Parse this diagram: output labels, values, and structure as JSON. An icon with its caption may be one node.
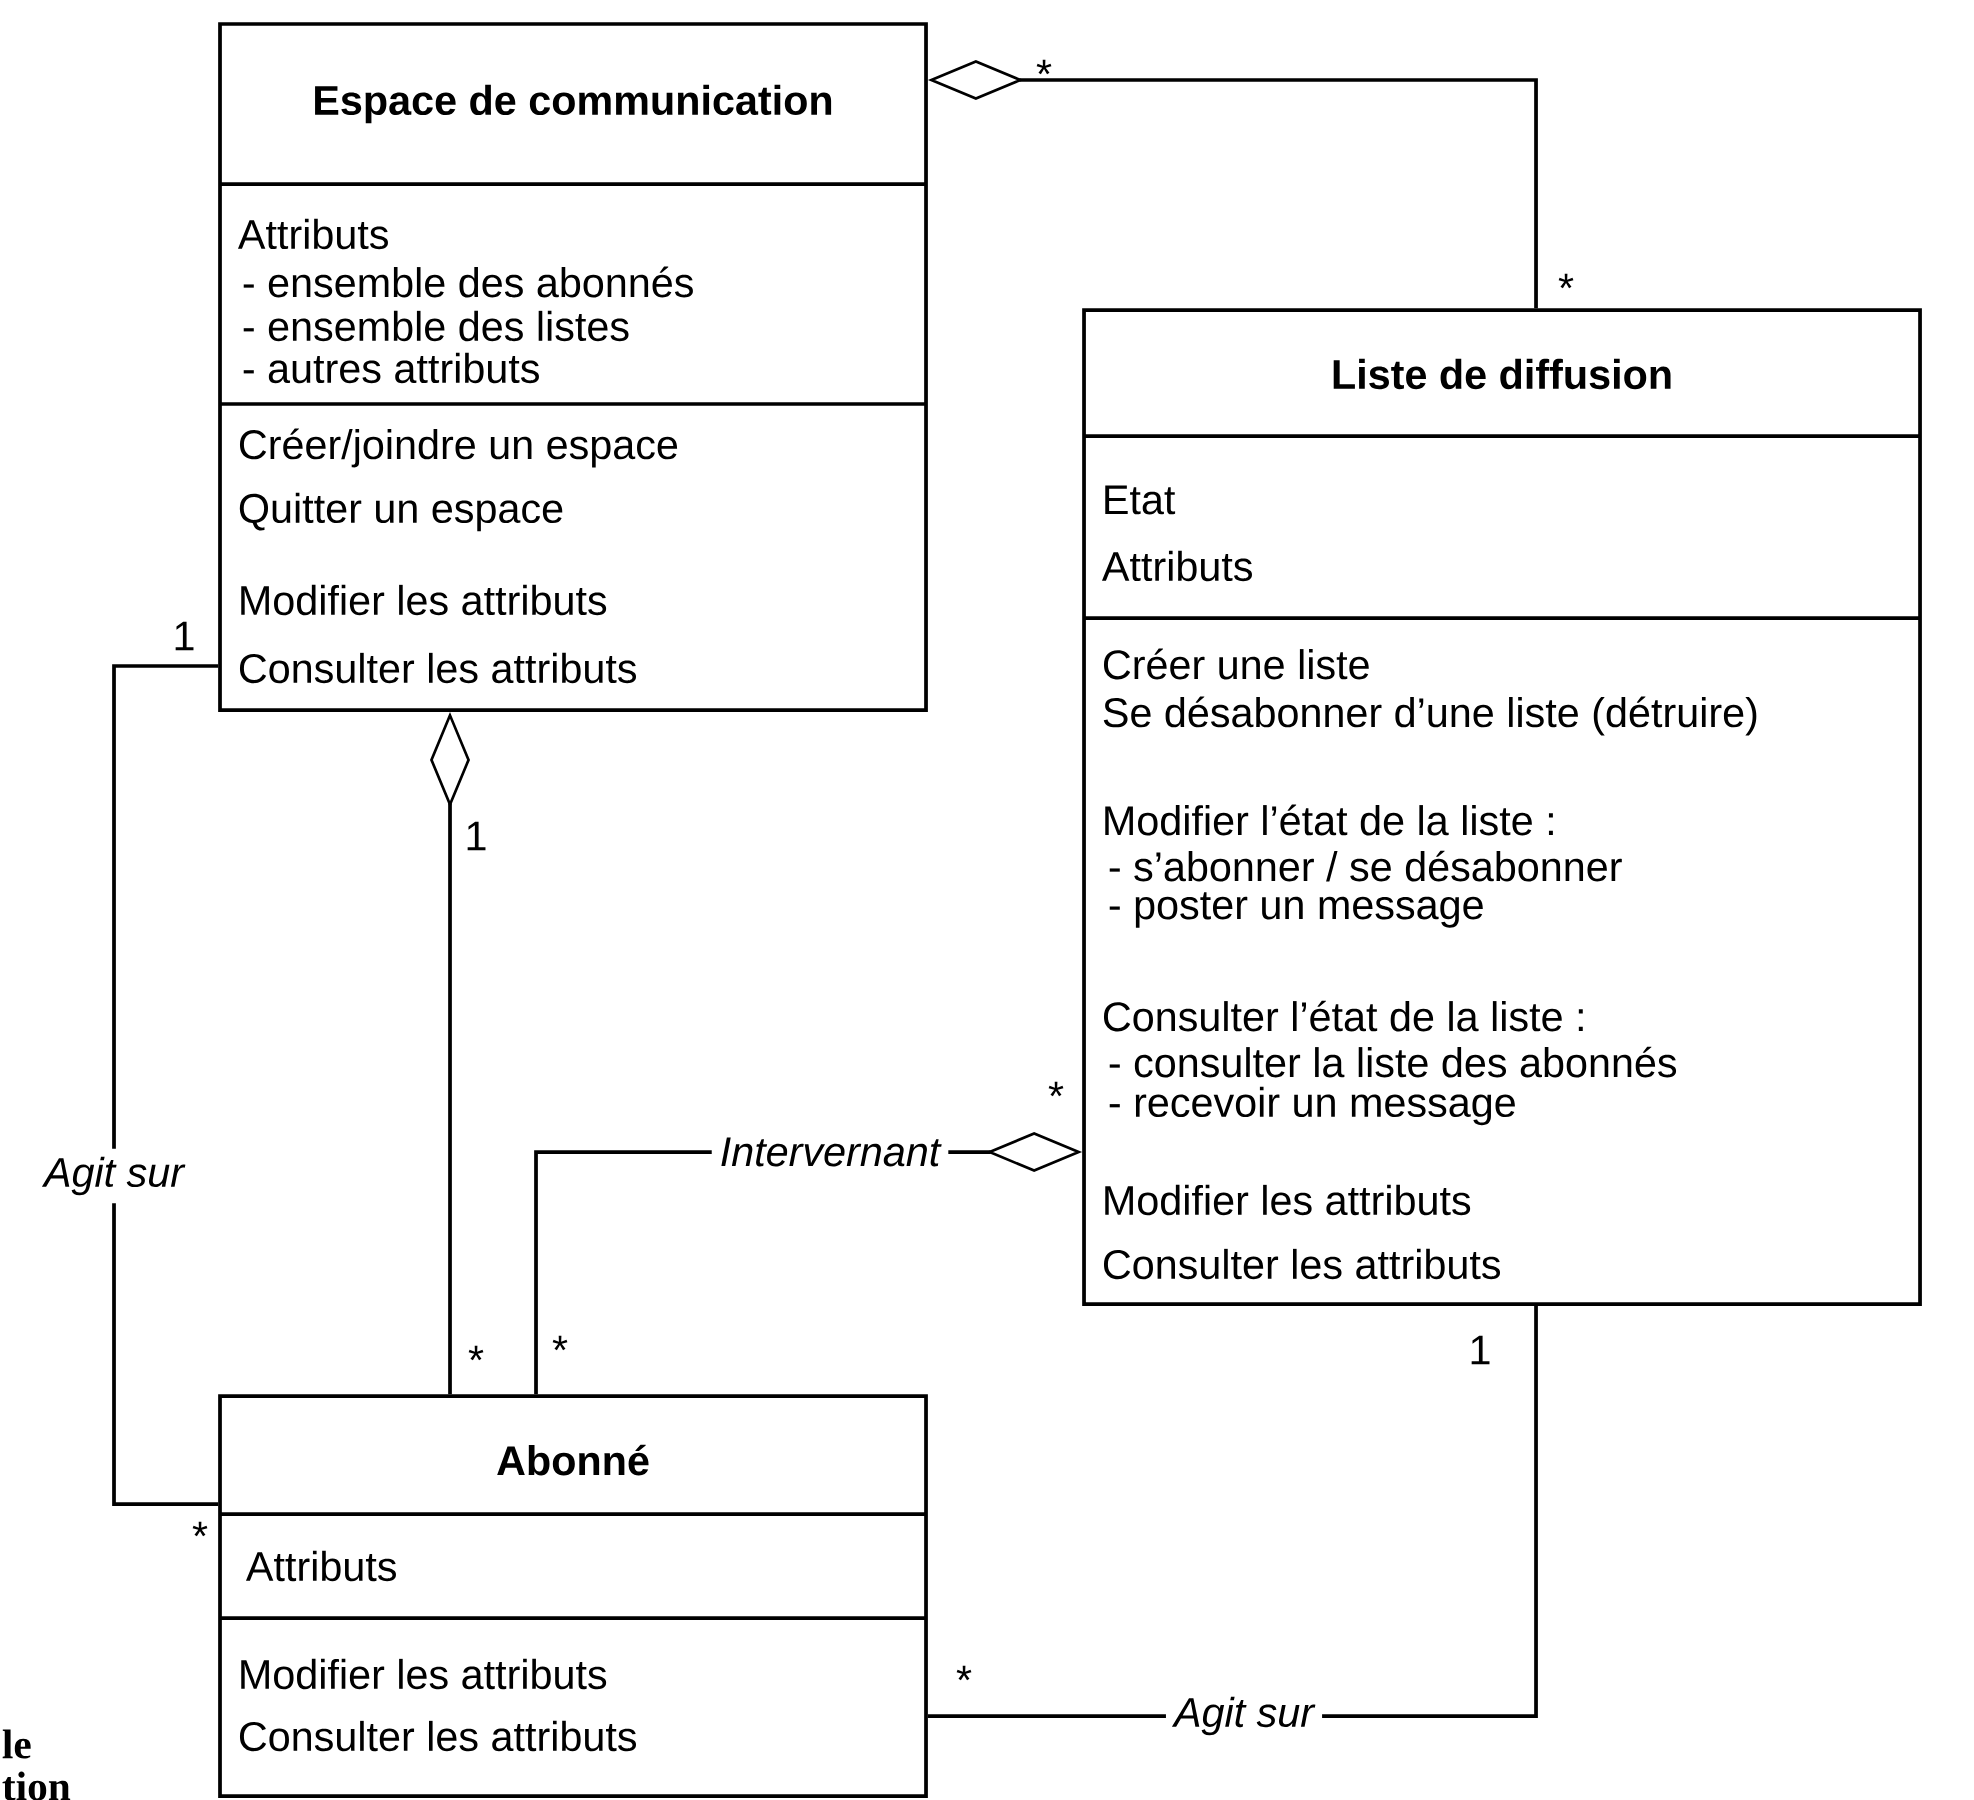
{
  "diagram": {
    "nodes": [
      {
        "text": [
          "Espace de communication",
          "Attributs",
          "- ensemble des abonnés",
          "- ensemble des listes",
          "- autres attributs",
          "Créer/joindre un espace",
          "Quitter un espace",
          "Modifier les attributs",
          "Consulter les attributs"
        ]
      },
      {
        "text": [
          "Liste de diffusion",
          "Etat",
          "Attributs",
          "Créer une liste",
          "Se désabonner d’une liste (détruire)",
          "Modifier l’état de la liste :",
          "- s’abonner / se désabonner",
          "- poster un message",
          "Consulter l’état de la liste :",
          "- consulter la liste des abonnés",
          "- recevoir un message",
          "Modifier les attributs",
          "Consulter les attributs"
        ]
      },
      {
        "text": [
          "Abonné",
          "Attributs",
          "Modifier les attributs",
          "Consulter les attributs"
        ]
      }
    ],
    "edges": [
      {
        "from": 0,
        "to": 1,
        "arrow": "other"
      },
      {
        "from": 0,
        "to": 2,
        "arrow": "none",
        "label": "Agit sur"
      },
      {
        "from": 0,
        "to": 2,
        "arrow": "other"
      },
      {
        "from": 1,
        "to": 2,
        "arrow": "other",
        "label": "Intervernant"
      },
      {
        "from": 1,
        "to": 2,
        "arrow": "none",
        "label": "Agit sur"
      }
    ],
    "labels": [
      "*",
      "*",
      "1",
      "1",
      "*",
      "1",
      "*",
      "*",
      "*",
      "*",
      "le",
      "tion"
    ]
  }
}
